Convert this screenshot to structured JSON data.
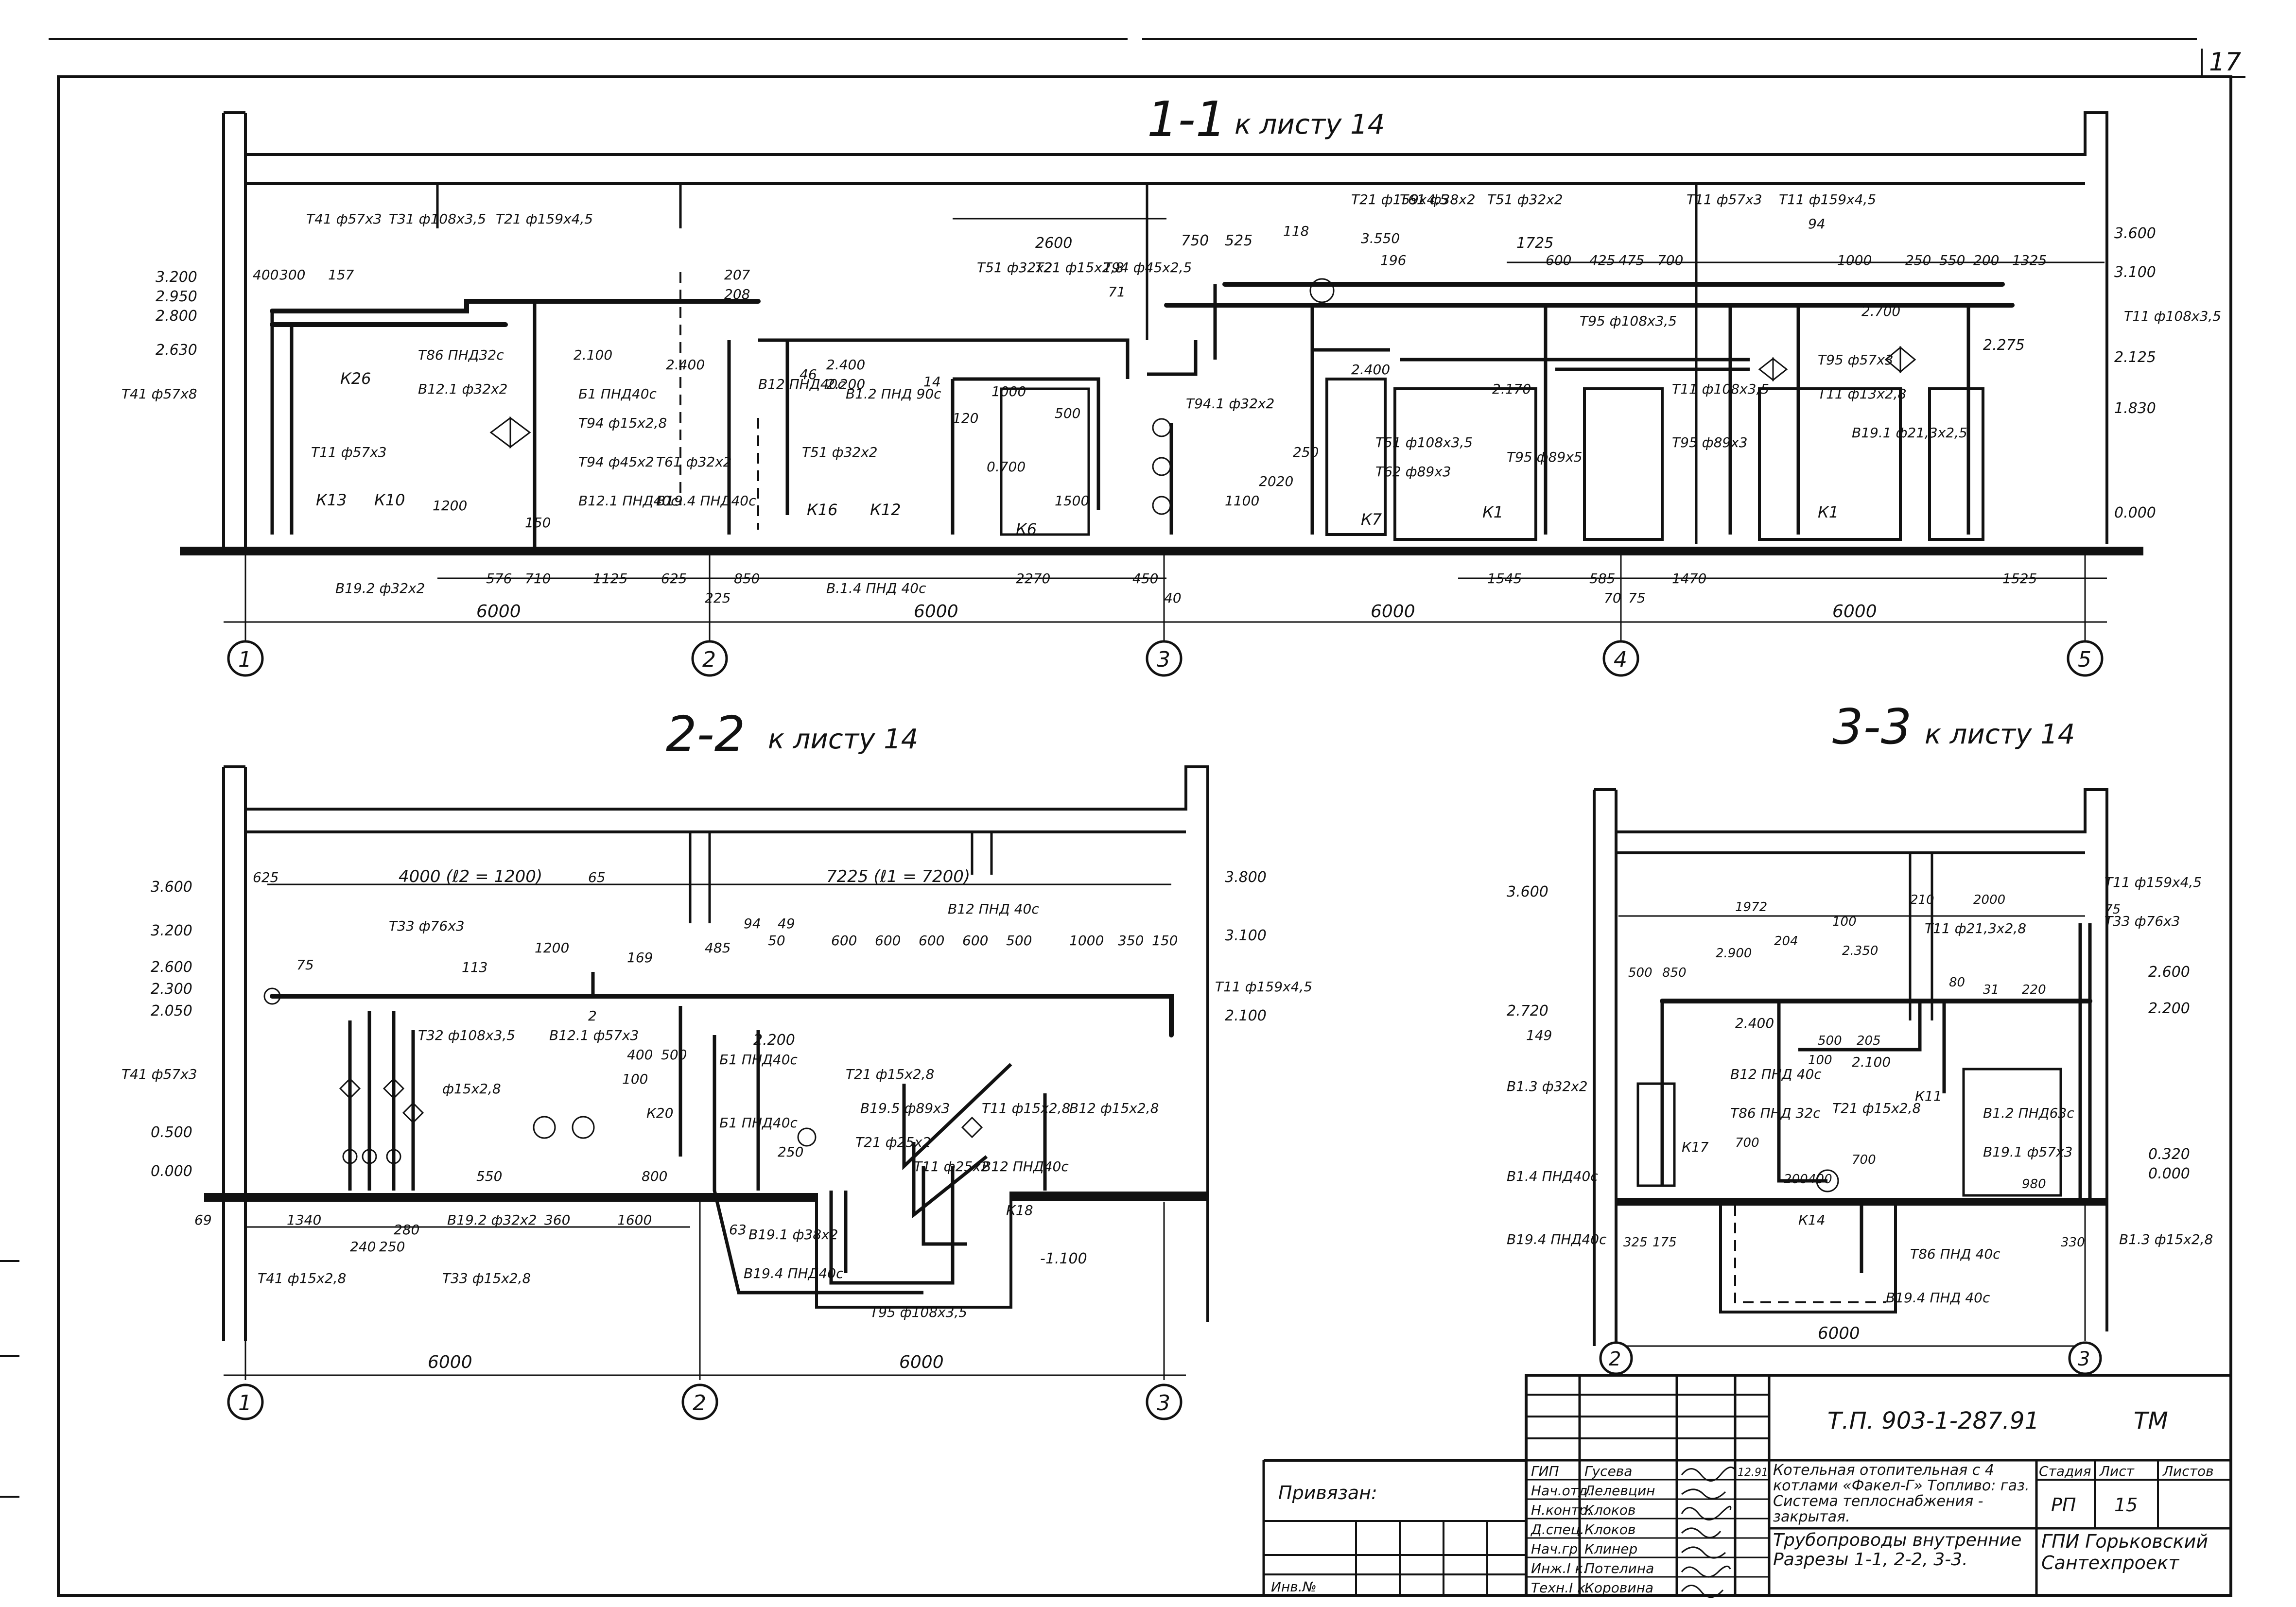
{
  "sheet_number": "17",
  "section_1": {
    "title": "1-1",
    "ref": "к листу 14",
    "axes": [
      "1",
      "2",
      "3",
      "4",
      "5"
    ],
    "spans": [
      "6000",
      "6000",
      "6000",
      "6000"
    ],
    "levels_left": [
      "3.200",
      "2.950",
      "2.800",
      "2.630"
    ],
    "levels_right": [
      "3.600",
      "3.100",
      "2.275",
      "2.125",
      "1.830",
      "0.000"
    ],
    "top_dims": [
      "400",
      "300",
      "2600",
      "750",
      "525",
      "118",
      "1725",
      "600",
      "425",
      "475",
      "700",
      "1000",
      "250",
      "550",
      "200",
      "1325",
      "157",
      "3.550",
      "196"
    ],
    "bottom_dims": [
      "576",
      "710",
      "1125",
      "625",
      "850",
      "2270",
      "450",
      "40",
      "225",
      "1545",
      "585",
      "1470",
      "1525",
      "70",
      "75"
    ],
    "labels": [
      "Т41 ф57х3",
      "Т31 ф108х3,5",
      "Т21 ф159х4,5",
      "Т41 ф57х8",
      "Т11 ф57х3",
      "Т86 ПНД32с",
      "В12.1 ф32х2",
      "Б1 ПНД40с",
      "Т94 ф15х2,8",
      "Т94 ф45х2",
      "В12.1 ПНД40с",
      "Т61 ф32х2",
      "В19.4 ПНД40с",
      "В12 ПНД40с",
      "Т51 ф32х2",
      "В1.2 ПНД 90с",
      "Т51 ф32х2",
      "Т21 ф15х2,8",
      "Т94 ф45х2,5",
      "Т94.1 ф32х2",
      "Т21 ф159х4,5",
      "Т61 ф38х2",
      "Т51 ф32х2",
      "Т95 ф108х3,5",
      "Т11 ф57х3",
      "Т11 ф159х4,5",
      "Т11 ф108х3,5",
      "Т95 ф57х3",
      "Т11 ф13х2,8",
      "В19.1 ф21,3х2,5",
      "Т95 ф89х5",
      "Т11 ф108х3,5",
      "Т95 ф89х3",
      "Т51 ф108х3,5",
      "Т62 ф89х3",
      "В19.2 ф32х2",
      "В.1.4 ПНД 40с",
      "2.100",
      "2.400",
      "2.400",
      "2.200",
      "2.170",
      "2.400",
      "2.700",
      "0.700",
      "1200",
      "2020",
      "1100",
      "1500",
      "500",
      "150",
      "120",
      "250",
      "94",
      "207",
      "208",
      "1000",
      "14",
      "46",
      "71"
    ],
    "equipment": [
      "К13",
      "К10",
      "К26",
      "К16",
      "К12",
      "К6",
      "К7",
      "К1",
      "К1"
    ]
  },
  "section_2": {
    "title": "2-2",
    "ref": "к листу 14",
    "axes": [
      "1",
      "2",
      "3"
    ],
    "spans": [
      "6000",
      "6000"
    ],
    "levels_left": [
      "3.600",
      "3.200",
      "2.600",
      "2.300",
      "2.050",
      "0.500",
      "0.000"
    ],
    "levels_right": [
      "3.800",
      "3.100",
      "2.100",
      "-1.100",
      "2.200"
    ],
    "top_dims": [
      "625",
      "4000 (ℓ2 = 1200)",
      "65",
      "7225 (ℓ1 = 7200)",
      "75",
      "113",
      "1200",
      "169",
      "485",
      "94",
      "49",
      "50",
      "600",
      "600",
      "600",
      "600",
      "500",
      "1000",
      "350",
      "150"
    ],
    "bottom_dims": [
      "1340",
      "240",
      "250",
      "280",
      "360",
      "1600",
      "63",
      "69"
    ],
    "labels": [
      "Т33 ф76х3",
      "В12 ПНД 40с",
      "Т11 ф159х4,5",
      "Т41 ф57х3",
      "Т32 ф108х3,5",
      "В12.1 ф57х3",
      "ф15х2,8",
      "Б1 ПНД40с",
      "Б1 ПНД40с",
      "Т21 ф15х2,8",
      "В19.5 ф89х3",
      "Т21 ф25х2",
      "Т11 ф25х2",
      "Т11 ф15х2,8",
      "В12 ПНД40с",
      "В12 ф15х2,8",
      "В19.2 ф32х2",
      "Т41 ф15х2,8",
      "Т33 ф15х2,8",
      "В19.1 ф38х2",
      "В19.4 ПНД40с",
      "Т95 ф108х3,5",
      "К20",
      "К18",
      "400",
      "500",
      "100",
      "550",
      "800",
      "250",
      "2"
    ]
  },
  "section_3": {
    "title": "3-3",
    "ref": "к листу 14",
    "axes": [
      "2",
      "3"
    ],
    "spans": [
      "6000"
    ],
    "levels_left": [
      "3.600",
      "2.720"
    ],
    "levels_right": [
      "2.600",
      "2.200",
      "0.320",
      "0.000"
    ],
    "top_dims": [
      "1972",
      "100",
      "210",
      "2000",
      "75",
      "500",
      "850",
      "204",
      "2.900",
      "2.350",
      "31",
      "220",
      "500",
      "205",
      "980",
      "325",
      "175",
      "330",
      "700",
      "200",
      "400",
      "700",
      "100",
      "80"
    ],
    "labels": [
      "Т11 ф159х4,5",
      "Т33 ф76х3",
      "Т11 ф21,3х2,8",
      "В1.3 ф32х2",
      "В12 ПНД 40с",
      "Т86 ПНД 32с",
      "Т21 ф15х2,8",
      "К11",
      "К17",
      "В1.4 ПНД40с",
      "В19.4 ПНД40с",
      "В1.2 ПНД63с",
      "В19.1 ф57х3",
      "В1.3 ф15х2,8",
      "Т86 ПНД 40с",
      "В19.4 ПНД 40с",
      "К14",
      "2.400",
      "2.100",
      "149"
    ]
  },
  "title_block": {
    "attached": "Привязан:",
    "inv_no": "Инв.№",
    "project_code": "Т.П. 903-1-287.91",
    "mark": "ТМ",
    "roles": [
      "ГИП",
      "Нач.отд.",
      "Н.контр.",
      "Д.спец.",
      "Нач.гр.",
      "Инж.I к.",
      "Техн.I к."
    ],
    "names": [
      "Гусева",
      "Лелевцин",
      "Клоков",
      "Клоков",
      "Клинер",
      "Потелина",
      "Коровина"
    ],
    "date": "12.91",
    "description": "Котельная отопительная с 4 котлами «Факел-Г» Топливо: газ. Система теплоснабжения - закрытая.",
    "sheet_title": "Трубопроводы внутренние Разрезы 1-1, 2-2, 3-3.",
    "col_headers": [
      "Стадия",
      "Лист",
      "Листов"
    ],
    "stage": "РП",
    "sheet": "15",
    "organization": "ГПИ Горьковский Сантехпроект"
  }
}
